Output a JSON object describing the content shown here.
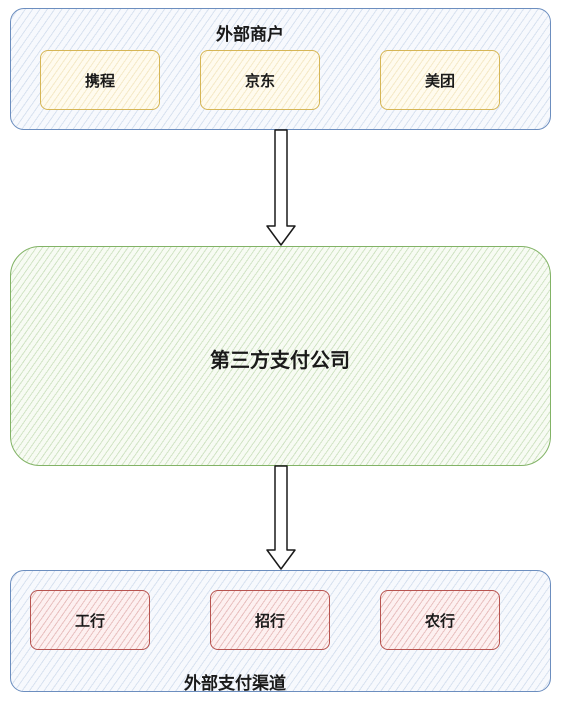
{
  "merchants": {
    "title": "外部商户",
    "items": [
      {
        "label": "携程"
      },
      {
        "label": "京东"
      },
      {
        "label": "美团"
      }
    ]
  },
  "center": {
    "title": "第三方支付公司"
  },
  "channels": {
    "title": "外部支付渠道",
    "items": [
      {
        "label": "工行"
      },
      {
        "label": "招行"
      },
      {
        "label": "农行"
      }
    ]
  },
  "colors": {
    "group_border": "#6c8ebf",
    "center_border": "#82b366",
    "merchant_border": "#d6b656",
    "channel_border": "#b85450"
  }
}
